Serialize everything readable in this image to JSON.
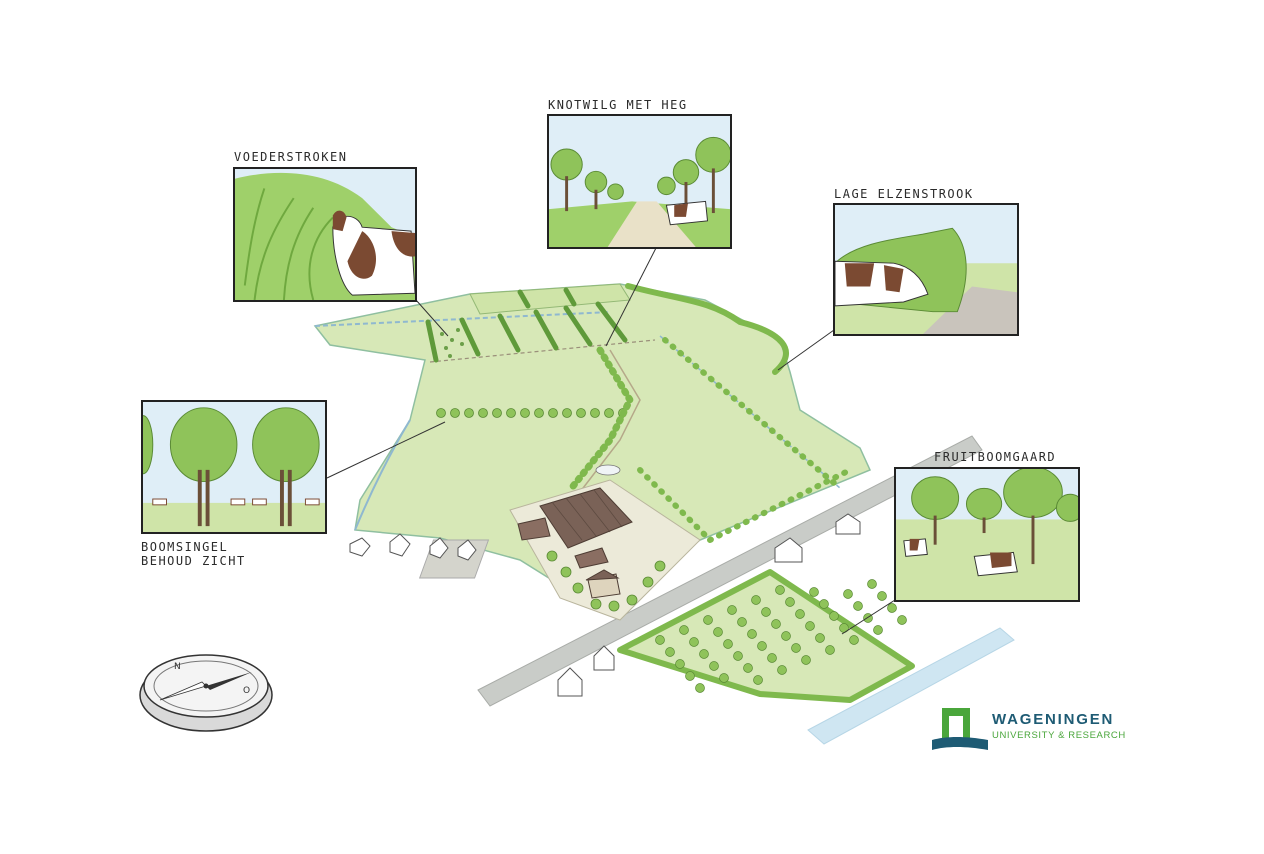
{
  "labels": {
    "voederstroken": "VOEDERSTROKEN",
    "knotwilg": "KNOTWILG MET HEG",
    "elzenstrook": "LAGE ELZENSTROOK",
    "boomsingel_line1": "BOOMSINGEL",
    "boomsingel_line2": "BEHOUD ZICHT",
    "fruitboomgaard": "FRUITBOOMGAARD"
  },
  "logo": {
    "title": "WAGENINGEN",
    "subtitle": "UNIVERSITY & RESEARCH"
  },
  "colors": {
    "field": "#d7e8b7",
    "hedge": "#7fb94d",
    "road": "#c9ccc8",
    "water": "#cfe6f2",
    "barn_roof": "#7a6257",
    "logo_blue": "#1e5b74",
    "logo_green": "#4aa63b"
  }
}
